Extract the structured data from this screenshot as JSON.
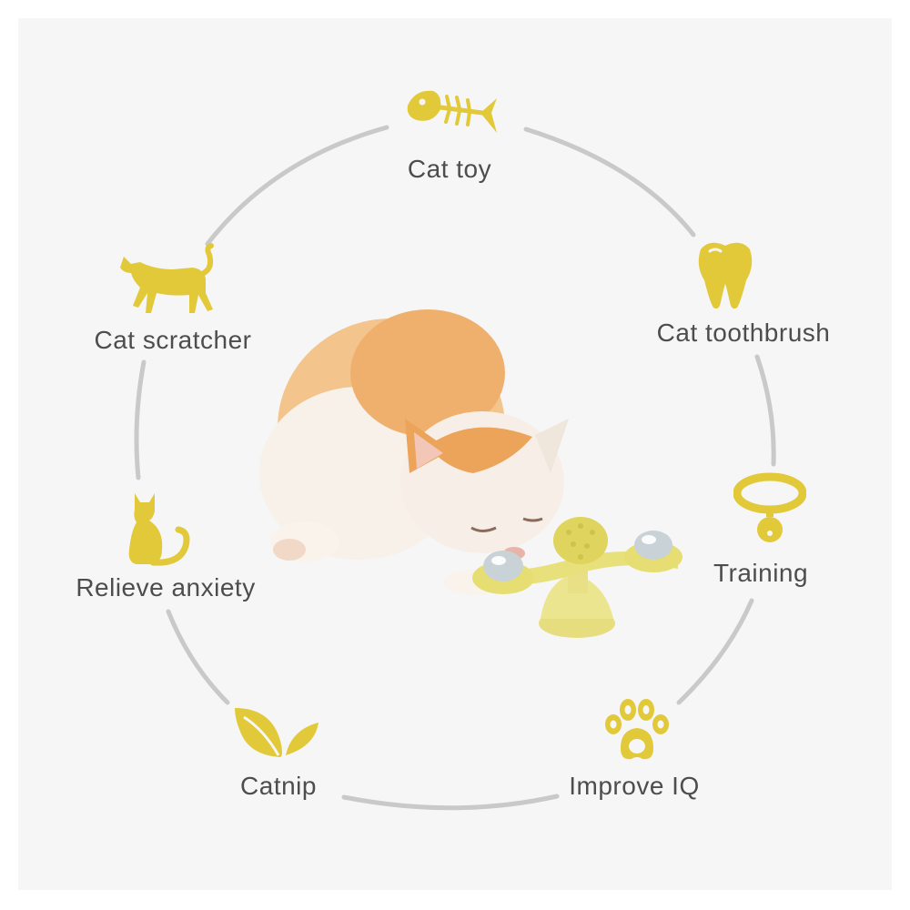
{
  "colors": {
    "accent": "#e2c93a",
    "ring": "#c9c9c9",
    "text": "#4d4d4d",
    "background": "#f6f6f6"
  },
  "features": [
    {
      "label": "Cat toy",
      "icon": "fish-bone-icon"
    },
    {
      "label": "Cat toothbrush",
      "icon": "tooth-icon"
    },
    {
      "label": "Training",
      "icon": "collar-bell-icon"
    },
    {
      "label": "Improve IQ",
      "icon": "paw-icon"
    },
    {
      "label": "Catnip",
      "icon": "leaf-icon"
    },
    {
      "label": "Relieve anxiety",
      "icon": "sitting-cat-icon"
    },
    {
      "label": "Cat scratcher",
      "icon": "walking-cat-icon"
    }
  ],
  "product": {
    "subject": "kitten-playing-with-windmill-toy"
  }
}
